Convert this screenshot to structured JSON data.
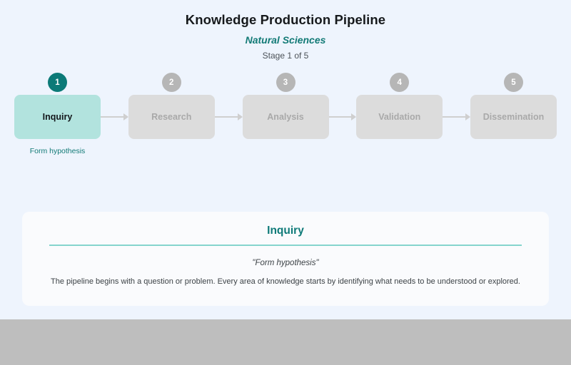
{
  "header": {
    "title": "Knowledge Production Pipeline",
    "subtitle": "Natural Sciences",
    "stage_counter": "Stage 1 of 5"
  },
  "pipeline": {
    "stages": [
      {
        "number": "1",
        "label": "Inquiry",
        "caption": "Form hypothesis",
        "active": true
      },
      {
        "number": "2",
        "label": "Research",
        "caption": "",
        "active": false
      },
      {
        "number": "3",
        "label": "Analysis",
        "caption": "",
        "active": false
      },
      {
        "number": "4",
        "label": "Validation",
        "caption": "",
        "active": false
      },
      {
        "number": "5",
        "label": "Dissemination",
        "caption": "",
        "active": false
      }
    ]
  },
  "detail": {
    "title": "Inquiry",
    "quote": "\"Form hypothesis\"",
    "description": "The pipeline begins with a question or problem. Every area of knowledge starts by identifying what needs to be understood or explored."
  },
  "colors": {
    "background": "#eef4fd",
    "accent_teal": "#0c7a78",
    "accent_teal_light": "#b2e3de",
    "rule_teal": "#85d4cd",
    "inactive_card": "#dcdcdc",
    "inactive_badge": "#b6b6b6",
    "connector": "#cfcfcf",
    "panel": "#fafbfd",
    "bottom_band": "#bebebe"
  }
}
